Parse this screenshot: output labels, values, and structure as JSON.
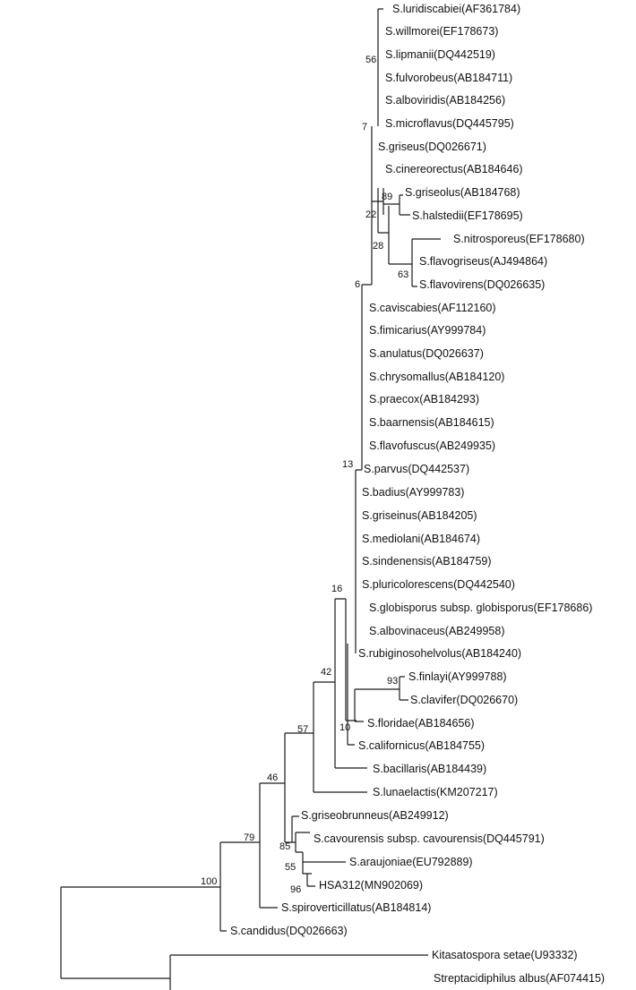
{
  "tree": {
    "taxa": [
      "S.luridiscabiei(AF361784)",
      "S.willmorei(EF178673)",
      "S.lipmanii(DQ442519)",
      "S.fulvorobeus(AB184711)",
      "S.alboviridis(AB184256)",
      "S.microflavus(DQ445795)",
      "S.griseus(DQ026671)",
      "S.cinereorectus(AB184646)",
      "S.griseolus(AB184768)",
      "S.halstedii(EF178695)",
      "S.nitrosporeus(EF178680)",
      "S.flavogriseus(AJ494864)",
      "S.flavovirens(DQ026635)",
      "S.caviscabies(AF112160)",
      "S.fimicarius(AY999784)",
      "S.anulatus(DQ026637)",
      "S.chrysomallus(AB184120)",
      "S.praecox(AB184293)",
      "S.baarnensis(AB184615)",
      "S.flavofuscus(AB249935)",
      "S.parvus(DQ442537)",
      "S.badius(AY999783)",
      "S.griseinus(AB184205)",
      "S.mediolani(AB184674)",
      "S.sindenensis(AB184759)",
      "S.pluricolorescens(DQ442540)",
      "S.globisporus subsp. globisporus(EF178686)",
      "S.albovinaceus(AB249958)",
      "S.rubiginosohelvolus(AB184240)",
      "S.finlayi(AY999788)",
      "S.clavifer(DQ026670)",
      "S.floridae(AB184656)",
      "S.californicus(AB184755)",
      "S.bacillaris(AB184439)",
      "S.lunaelactis(KM207217)",
      "S.griseobrunneus(AB249912)",
      "S.cavourensis subsp. cavourensis(DQ445791)",
      "S.araujoniae(EU792889)",
      "HSA312(MN902069)",
      "S.spiroverticillatus(AB184814)",
      "S.candidus(DQ026663)",
      "Kitasatospora setae(U93332)",
      "Streptacidiphilus albus(AF074415)"
    ],
    "support_values": [
      "56",
      "7",
      "89",
      "22",
      "28",
      "63",
      "6",
      "13",
      "16",
      "42",
      "93",
      "10",
      "57",
      "46",
      "79",
      "85",
      "55",
      "96",
      "100"
    ]
  }
}
